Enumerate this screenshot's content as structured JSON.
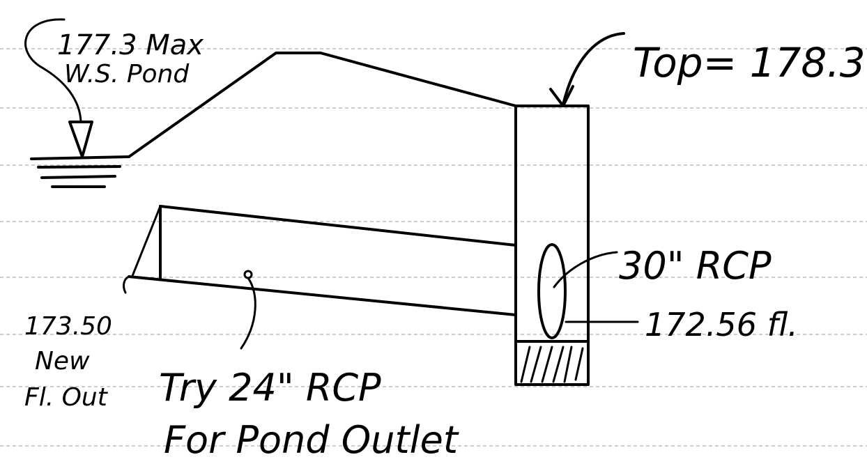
{
  "annotations": {
    "max_ws_line1": "177.3 Max",
    "max_ws_line2": "W.S. Pond",
    "top_elev": "Top= 178.3",
    "rcp_30": "30\" RCP",
    "invert_172": "172.56 fl.",
    "outlet_elev_1": "173.50",
    "outlet_elev_2": "New",
    "outlet_elev_3": "Fl. Out",
    "try_pipe": "Try 24\" RCP",
    "pond_outlet": "For Pond Outlet"
  },
  "colors": {
    "ink": "#000000",
    "rule": "#9a9a9a",
    "paper": "#ffffff"
  }
}
